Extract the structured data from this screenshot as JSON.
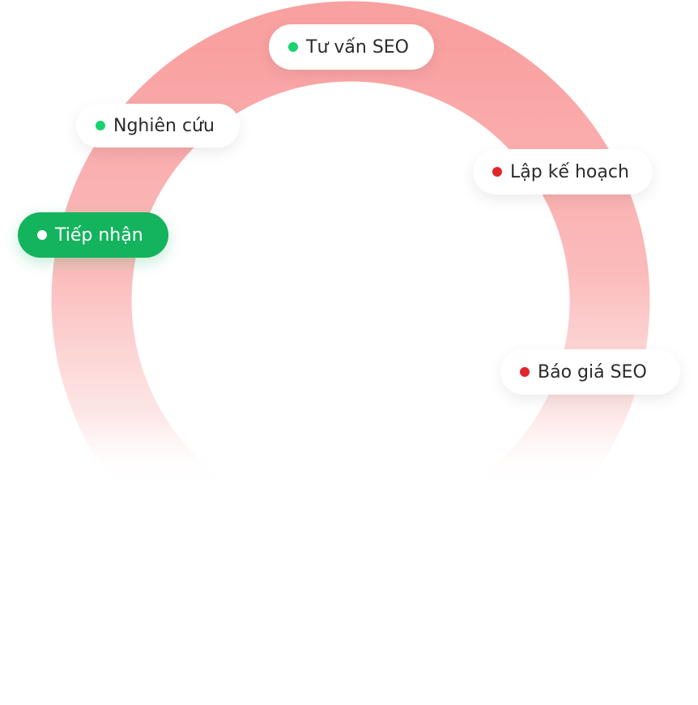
{
  "colors": {
    "ring_top": "#f9a0a0",
    "ring_fade": "#ffffff",
    "active_bg": "#14b35e",
    "dot_done": "#19d36f",
    "dot_pending": "#e0262b",
    "dot_active": "#ffffff",
    "text": "#2b2b2b"
  },
  "steps": [
    {
      "id": "tiep-nhan",
      "label": "Tiếp nhận",
      "status": "active"
    },
    {
      "id": "nghien-cuu",
      "label": "Nghiên cứu",
      "status": "done"
    },
    {
      "id": "tu-van",
      "label": "Tư vấn SEO",
      "status": "done"
    },
    {
      "id": "lap-ke-hoach",
      "label": "Lập kế hoạch",
      "status": "pending"
    },
    {
      "id": "bao-gia",
      "label": "Báo giá SEO",
      "status": "pending"
    }
  ]
}
